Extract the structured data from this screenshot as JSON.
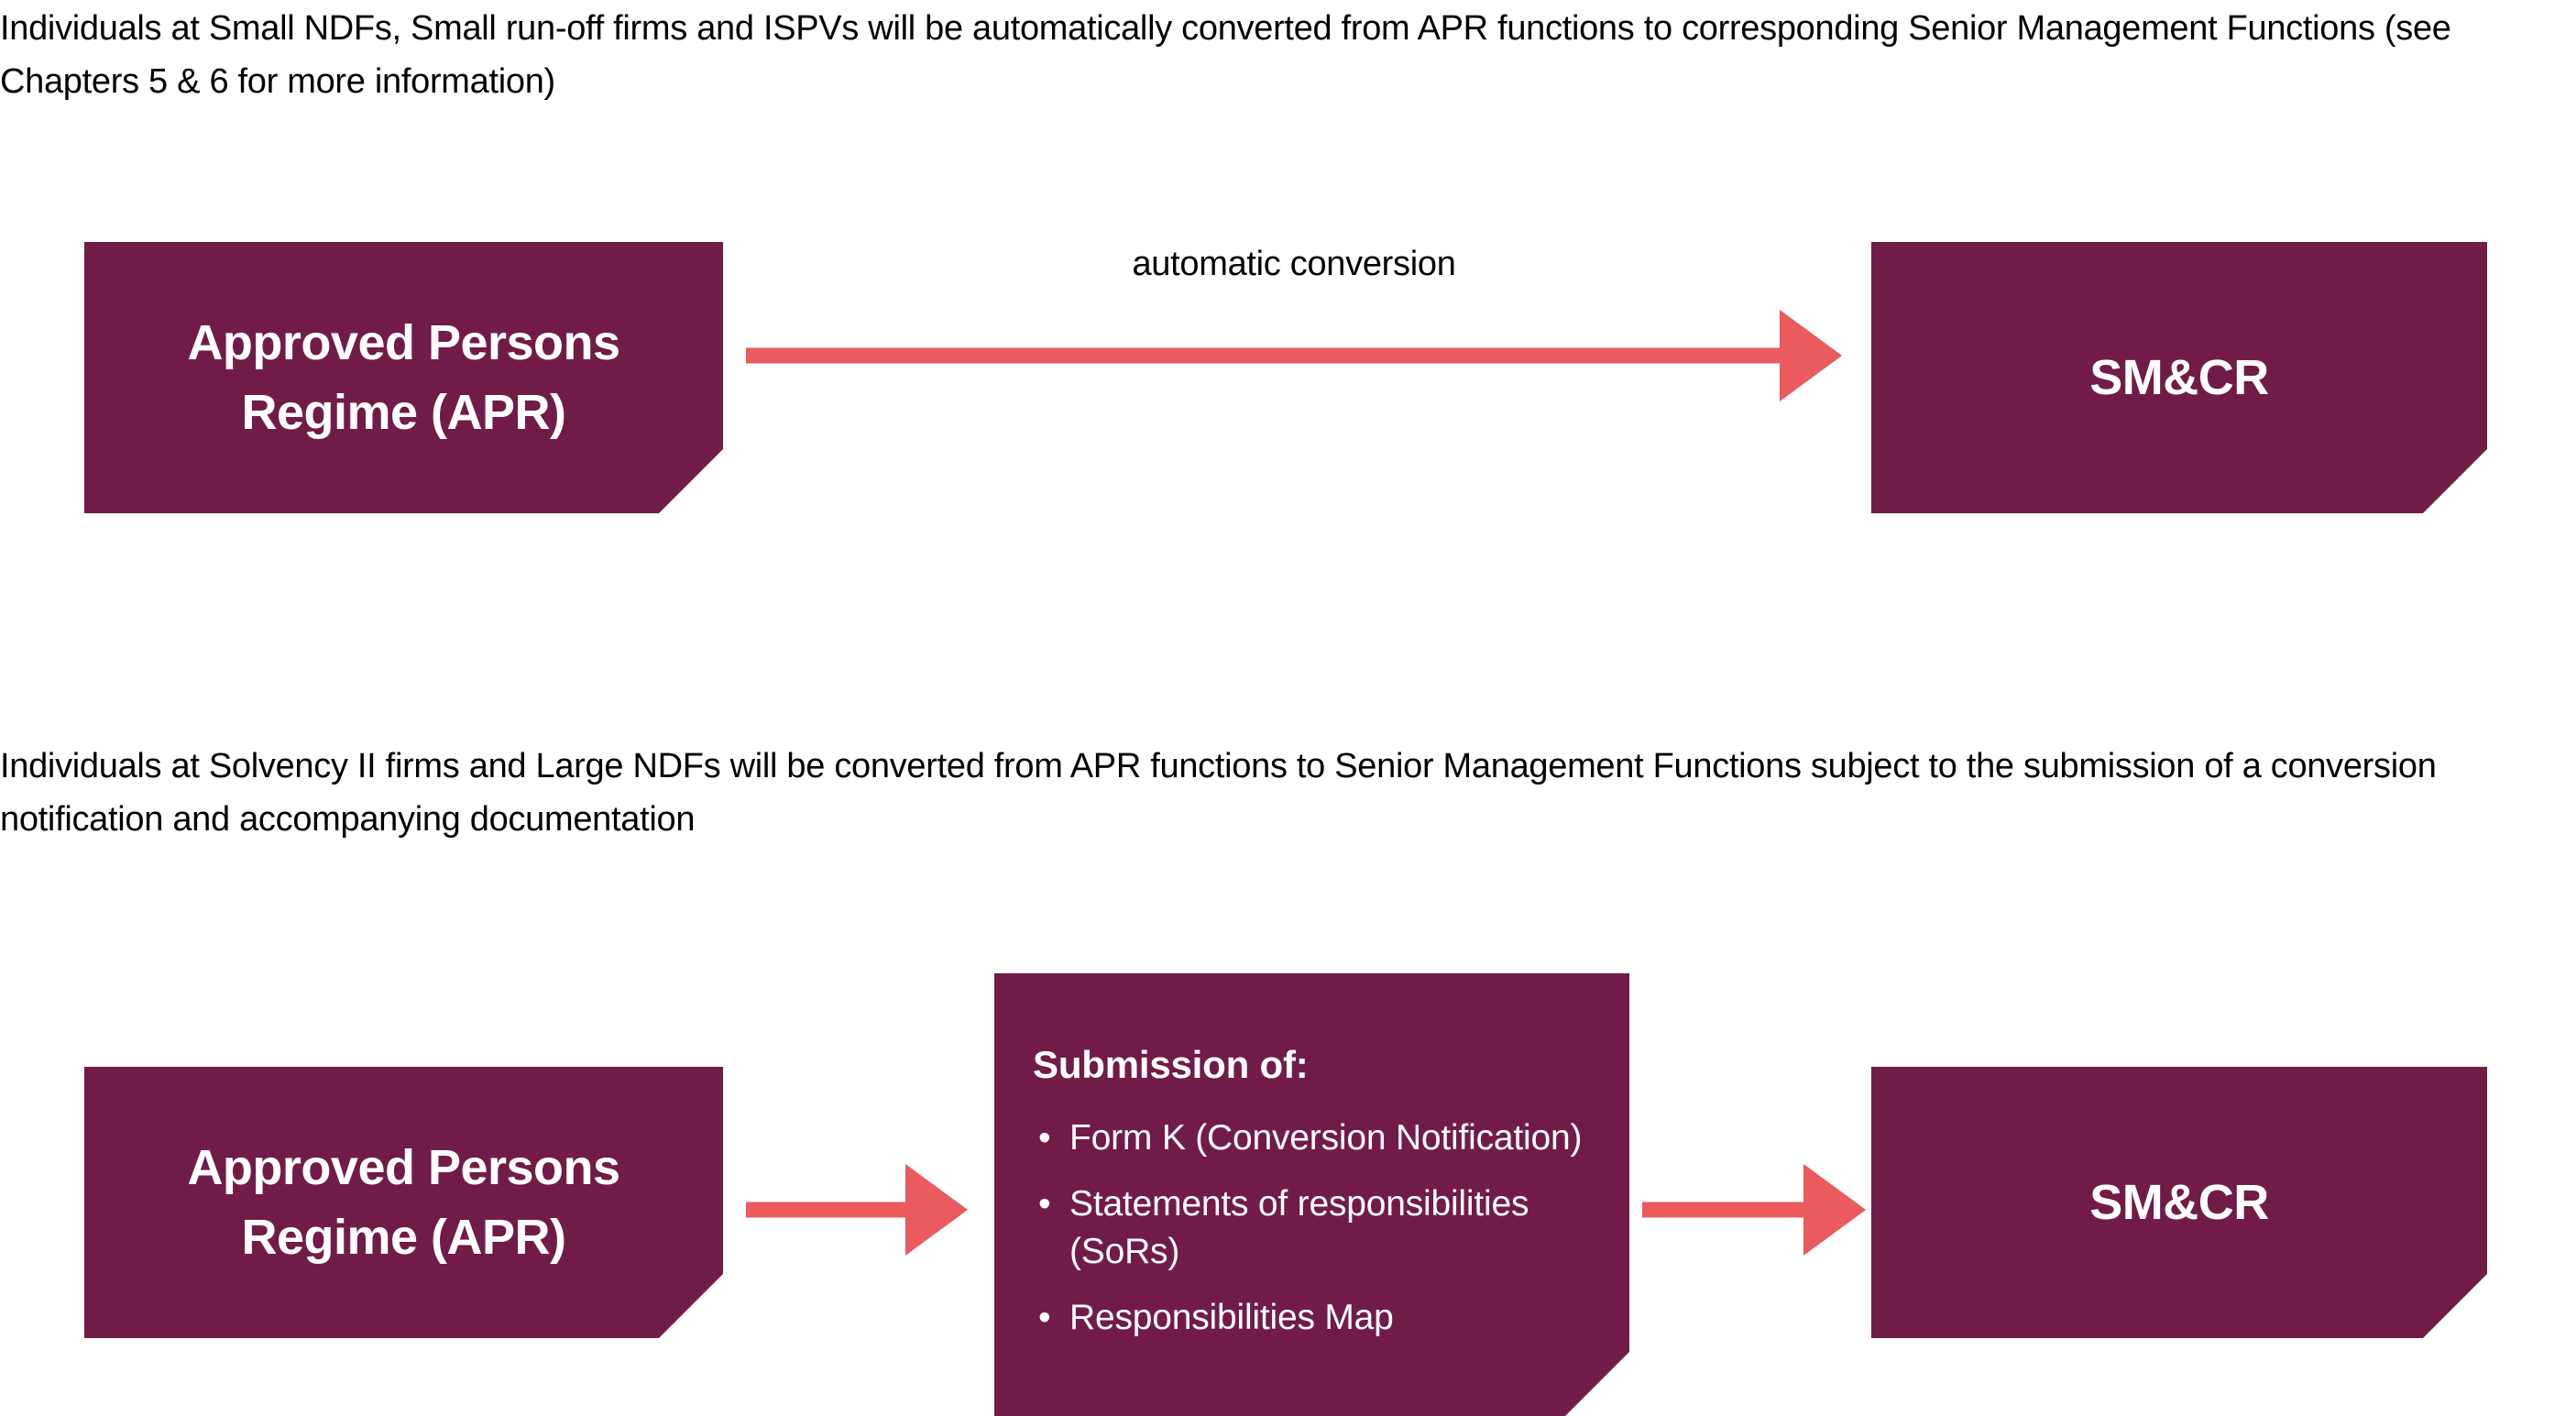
{
  "colors": {
    "box_maroon": "#711C47",
    "arrow_salmon": "#EA5A5E",
    "text_black": "#000000",
    "text_white": "#FFFFFF",
    "background": "#FFFFFF"
  },
  "paragraphs": {
    "first": "Individuals at Small NDFs, Small run-off firms and ISPVs will be automatically converted from APR functions to corresponding Senior Management Functions (see Chapters 5 & 6 for more information)",
    "second": "Individuals at Solvency II firms and Large NDFs will be converted from APR functions to Senior Management Functions subject to the submission of a conversion notification and accompanying documentation"
  },
  "diagram_top": {
    "source_box": {
      "line1": "Approved Persons",
      "line2": "Regime (APR)"
    },
    "arrow_label": "automatic conversion",
    "target_box": {
      "label": "SM&CR"
    }
  },
  "diagram_bottom": {
    "source_box": {
      "line1": "Approved Persons",
      "line2": "Regime (APR)"
    },
    "submission_box": {
      "heading": "Submission of:",
      "items": [
        "Form K (Conversion Notification)",
        "Statements of responsibilities (SoRs)",
        "Responsibilities Map"
      ],
      "bullet_glyph": "•"
    },
    "target_box": {
      "label": "SM&CR"
    }
  }
}
